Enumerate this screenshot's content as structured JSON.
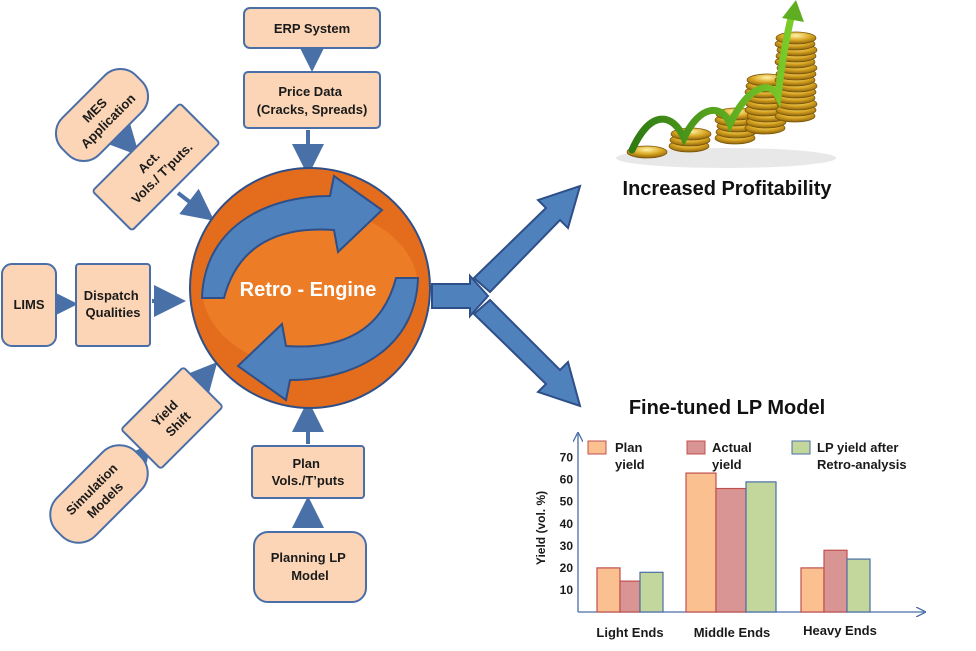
{
  "colors": {
    "box_fill": "#fbd5b5",
    "box_stroke": "#4a6ea8",
    "arrow": "#4a70a8",
    "engine_ring": "#e36c1d",
    "engine_cycle": "#4f81bd",
    "engine_label": "#ffffff",
    "plan_yield": "#fac090",
    "actual_yield": "#d99594",
    "lp_yield": "#c3d69b",
    "bar_stroke": "#c0504d",
    "axis": "#4a6ea8"
  },
  "nodes": {
    "erp": [
      "ERP System"
    ],
    "price_data": [
      "Price Data",
      "(Cracks, Spreads)"
    ],
    "mes": [
      "MES",
      "Application"
    ],
    "act_vols": [
      "Act.",
      "Vols./ T’puts."
    ],
    "lims": [
      "LIMS"
    ],
    "dispatch": [
      "Dispatch",
      "Qualities"
    ],
    "yield_shift": [
      "Yield",
      "Shift"
    ],
    "simulation": [
      "Simulation",
      "Models"
    ],
    "plan_vols": [
      "Plan",
      "Vols./T’puts"
    ],
    "planning_lp": [
      "Planning LP",
      "Model"
    ],
    "engine": "Retro - Engine"
  },
  "outcomes": {
    "profitability": "Increased Profitability",
    "lp_model": "Fine-tuned LP Model"
  },
  "image": {
    "coins": "growing-coin-stacks-icon"
  },
  "chart_data": {
    "type": "bar",
    "categories": [
      "Light Ends",
      "Middle Ends",
      "Heavy Ends"
    ],
    "series": [
      {
        "name": "Plan yield",
        "name_lines": [
          "Plan",
          "yield"
        ],
        "values": [
          20,
          63,
          20
        ]
      },
      {
        "name": "Actual yield",
        "name_lines": [
          "Actual",
          "yield"
        ],
        "values": [
          14,
          56,
          28
        ]
      },
      {
        "name": "LP yield after Retro-analysis",
        "name_lines": [
          "LP yield after",
          "Retro-analysis"
        ],
        "values": [
          18,
          59,
          24
        ]
      }
    ],
    "ylabel": "Yield (vol. %)",
    "yticks": [
      10,
      20,
      30,
      40,
      50,
      60,
      70
    ],
    "ylim": [
      0,
      78
    ],
    "legend": "top",
    "grid": false
  }
}
